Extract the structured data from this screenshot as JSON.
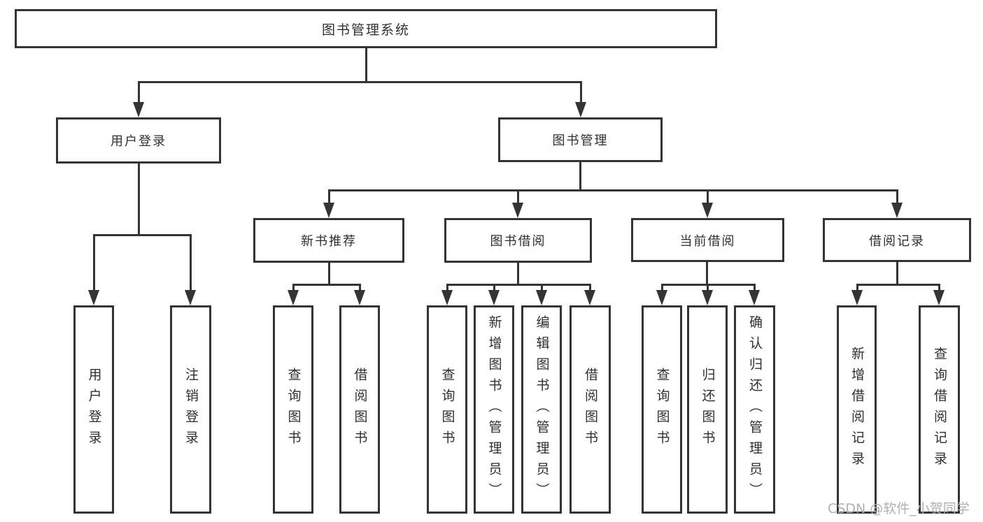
{
  "colors": {
    "line": "#343434",
    "box_border": "#343434",
    "text": "#2f2f2f",
    "watermark": "#b0b0b0",
    "background": "#ffffff"
  },
  "tree": {
    "label": "图书管理系统",
    "children": [
      {
        "label": "用户登录",
        "children": [
          {
            "label": "用户登录"
          },
          {
            "label": "注销登录"
          }
        ]
      },
      {
        "label": "图书管理",
        "children": [
          {
            "label": "新书推荐",
            "children": [
              {
                "label": "查询图书"
              },
              {
                "label": "借阅图书"
              }
            ]
          },
          {
            "label": "图书借阅",
            "children": [
              {
                "label": "查询图书"
              },
              {
                "label": "新增图书（管理员）"
              },
              {
                "label": "编辑图书（管理员）"
              },
              {
                "label": "借阅图书"
              }
            ]
          },
          {
            "label": "当前借阅",
            "children": [
              {
                "label": "查询图书"
              },
              {
                "label": "归还图书"
              },
              {
                "label": "确认归还（管理员）"
              }
            ]
          },
          {
            "label": "借阅记录",
            "children": [
              {
                "label": "新增借阅记录"
              },
              {
                "label": "查询借阅记录"
              }
            ]
          }
        ]
      }
    ]
  },
  "watermark": {
    "text": "CSDN @软件_小贺同学"
  }
}
